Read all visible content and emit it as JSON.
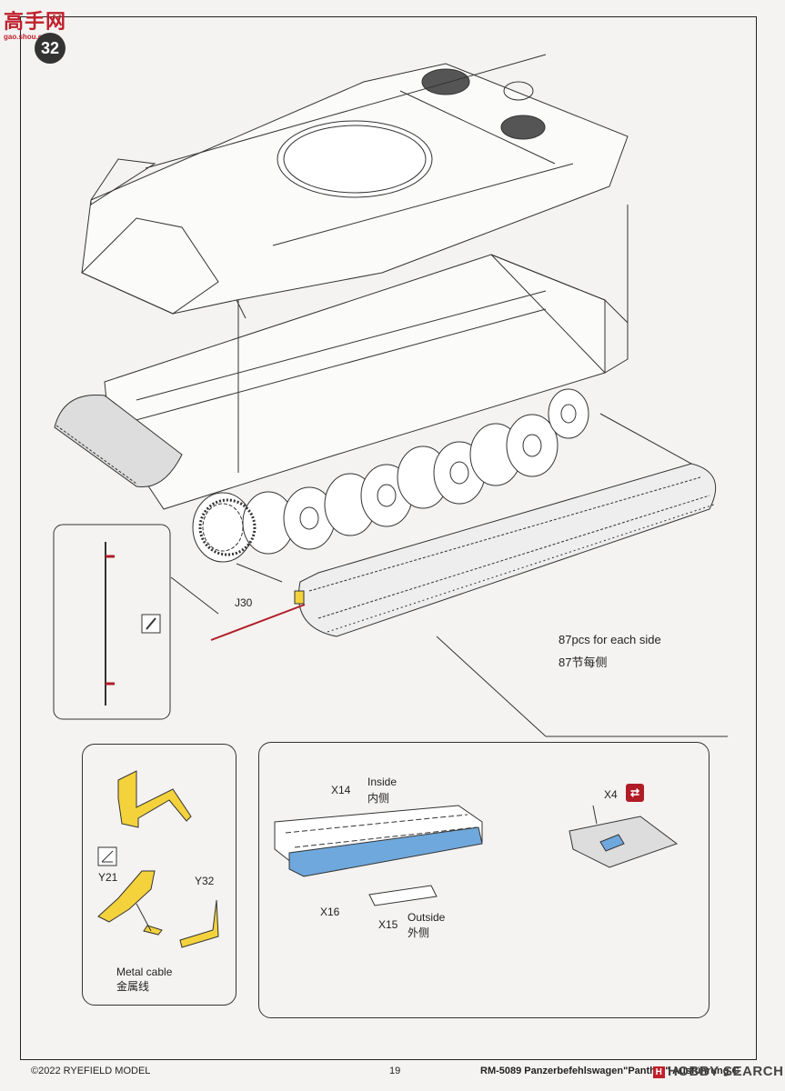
{
  "watermark": {
    "title": "高手网",
    "url": "gao.shou.com"
  },
  "step": {
    "number": "32"
  },
  "parts": {
    "j30": "J30",
    "x14": "X14",
    "x16": "X16",
    "x15": "X15",
    "x4": "X4",
    "y21": "Y21",
    "y32": "Y32"
  },
  "track_note": {
    "en": "87pcs for each side",
    "cn": "87节每侧"
  },
  "track_panel": {
    "inside_en": "Inside",
    "inside_cn": "内侧",
    "outside_en": "Outside",
    "outside_cn": "外侧"
  },
  "cable": {
    "en": "Metal cable",
    "cn": "金属线"
  },
  "icons": {
    "brush": "brush-icon",
    "bend": "bend-icon",
    "mirror": "mirror-flip-icon"
  },
  "colors": {
    "highlight_yellow": "#f4d23c",
    "highlight_blue": "#6fa8dc",
    "accent_red": "#c0202c"
  },
  "footer": {
    "copyright": "©2022 RYEFIELD MODEL",
    "page": "19",
    "title": "RM-5089 Panzerbefehlswagen\"Panther\" Ausführung G",
    "watermark_brand": "HOBBY SEARCH",
    "watermark_mark": "H"
  }
}
